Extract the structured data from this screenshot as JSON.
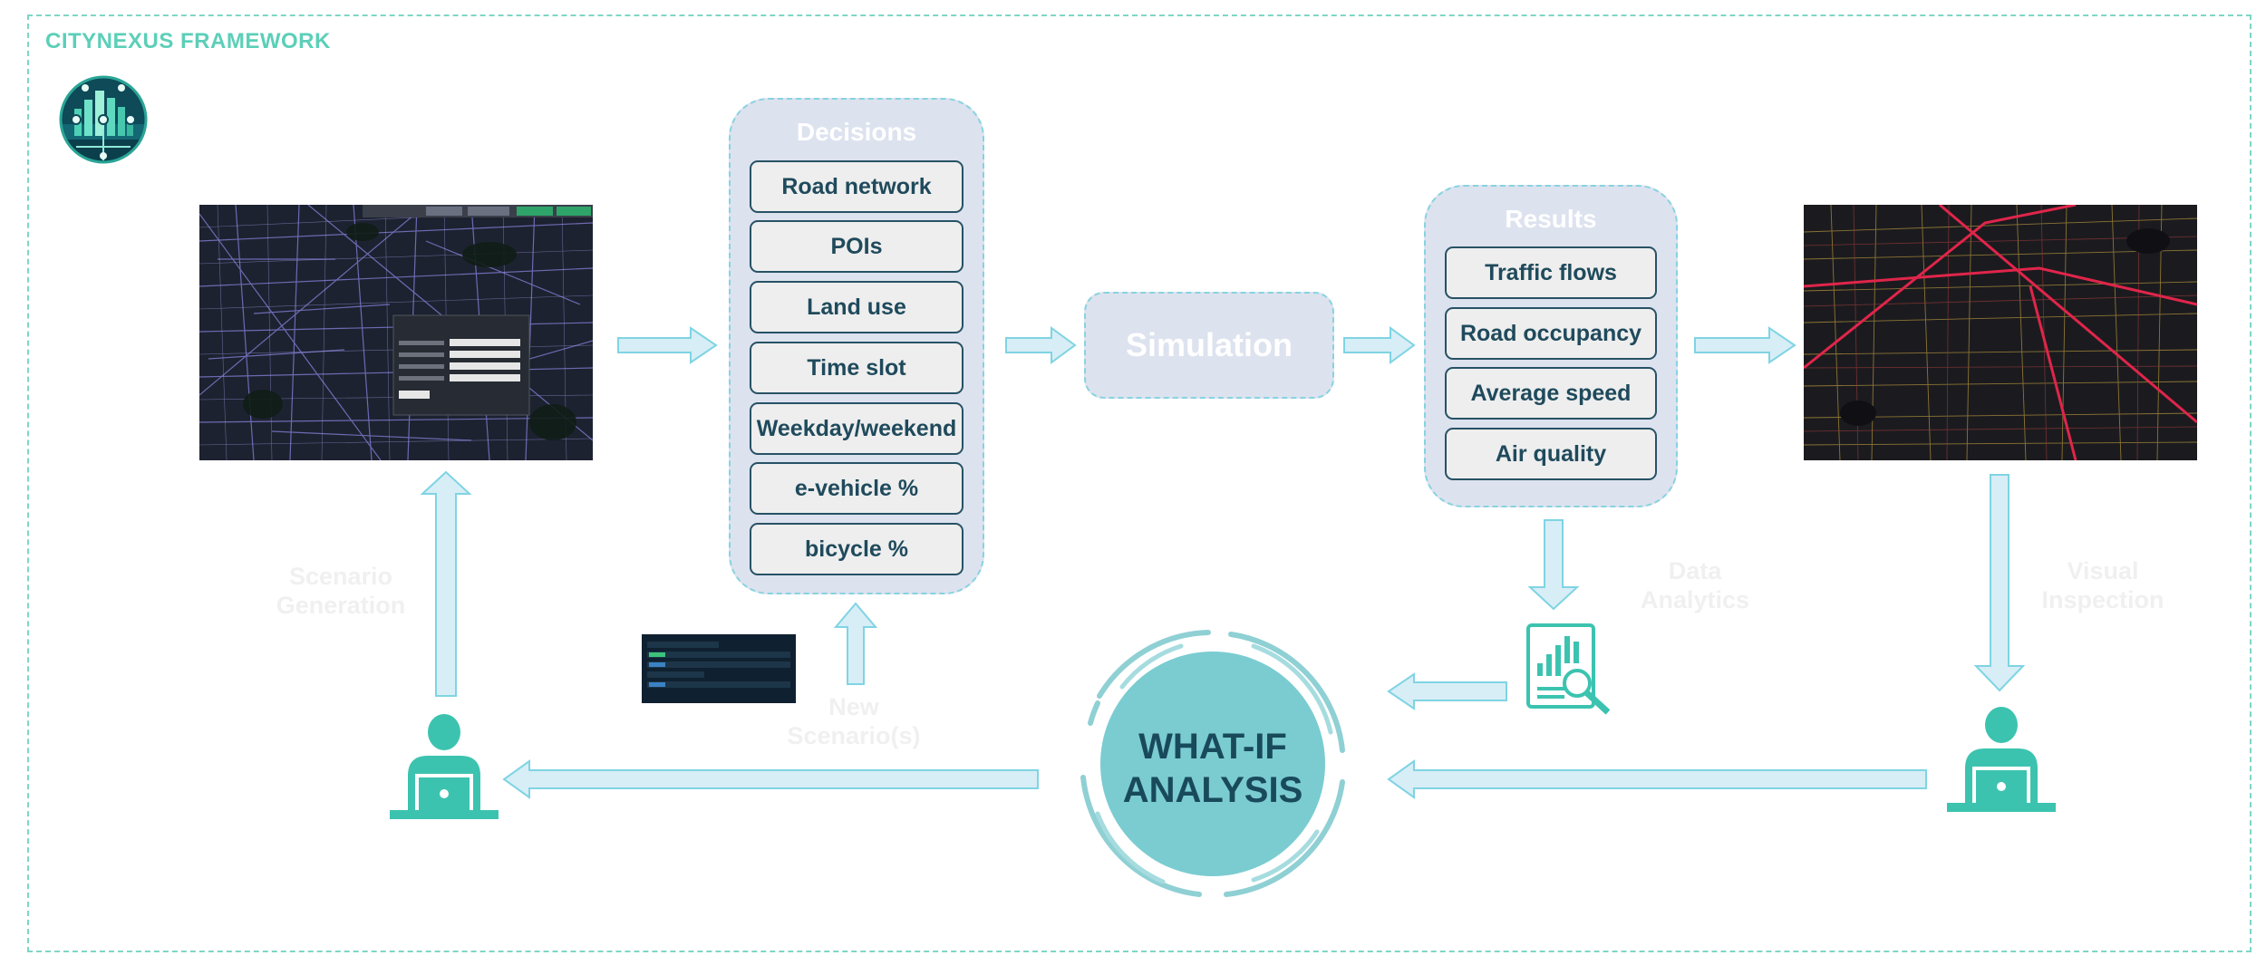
{
  "frame": {
    "title": "CITYNEXUS FRAMEWORK"
  },
  "decisions": {
    "title": "Decisions",
    "items": [
      "Road network",
      "POIs",
      "Land use",
      "Time slot",
      "Weekday/weekend",
      "e-vehicle %",
      "bicycle %"
    ]
  },
  "simulation": {
    "label": "Simulation"
  },
  "results": {
    "title": "Results",
    "items": [
      "Traffic flows",
      "Road occupancy",
      "Average speed",
      "Air quality"
    ]
  },
  "labels": {
    "scenario_generation_1": "Scenario",
    "scenario_generation_2": "Generation",
    "new_scenarios_1": "New",
    "new_scenarios_2": "Scenario(s)",
    "data_analytics_1": "Data",
    "data_analytics_2": "Analytics",
    "visual_inspection_1": "Visual",
    "visual_inspection_2": "Inspection"
  },
  "whatif": {
    "line1": "WHAT-IF",
    "line2": "ANALYSIS"
  },
  "colors": {
    "teal": "#3cc3b0",
    "arrow_fill": "#d7eef6",
    "arrow_stroke": "#7fd4e3",
    "panel": "#dde2ef",
    "dark_text": "#1f4a5c"
  },
  "icons": [
    "city-logo-icon",
    "user-laptop-icon",
    "report-magnifier-icon"
  ]
}
